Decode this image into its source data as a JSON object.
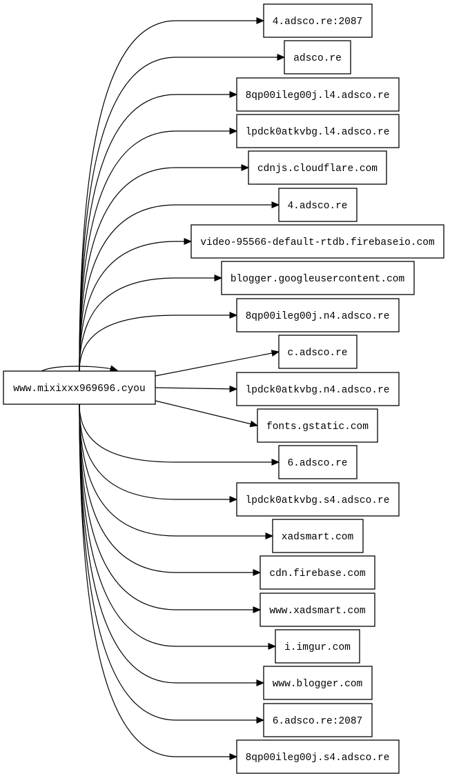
{
  "graph": {
    "source": "www.mixixxx969696.cyou",
    "targets": [
      "4.adsco.re:2087",
      "adsco.re",
      "8qp00ileg00j.l4.adsco.re",
      "lpdck0atkvbg.l4.adsco.re",
      "cdnjs.cloudflare.com",
      "4.adsco.re",
      "video-95566-default-rtdb.firebaseio.com",
      "blogger.googleusercontent.com",
      "8qp00ileg00j.n4.adsco.re",
      "c.adsco.re",
      "lpdck0atkvbg.n4.adsco.re",
      "fonts.gstatic.com",
      "6.adsco.re",
      "lpdck0atkvbg.s4.adsco.re",
      "xadsmart.com",
      "cdn.firebase.com",
      "www.xadsmart.com",
      "i.imgur.com",
      "www.blogger.com",
      "6.adsco.re:2087",
      "8qp00ileg00j.s4.adsco.re"
    ],
    "self_loop": true,
    "colors": {
      "stroke": "#000000",
      "fill": "#ffffff"
    }
  }
}
